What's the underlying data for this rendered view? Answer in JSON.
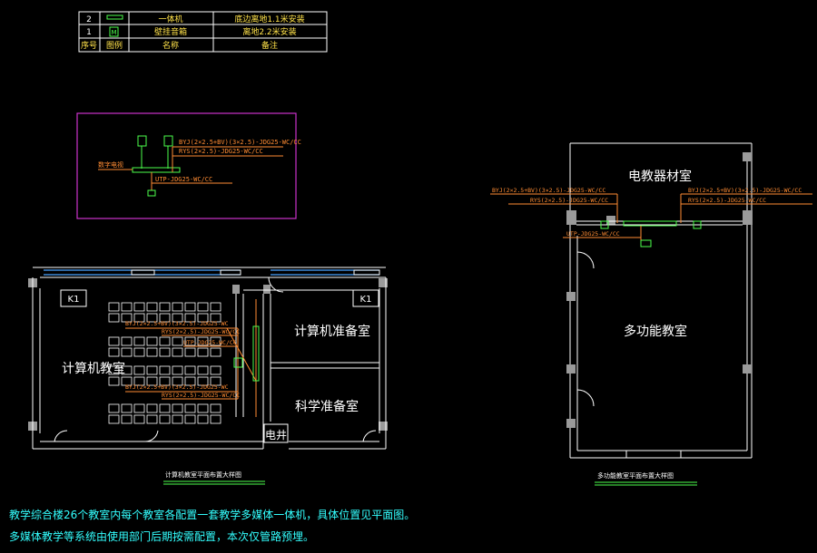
{
  "legend_table": {
    "header": {
      "no": "序号",
      "symbol": "图例",
      "name": "名称",
      "remark": "备注"
    },
    "rows": [
      {
        "no": "2",
        "name": "一体机",
        "remark": "底边离地1.1米安装"
      },
      {
        "no": "1",
        "name": "壁挂音箱",
        "remark": "离地2.2米安装"
      }
    ]
  },
  "detail": {
    "speaker_symbol": "M",
    "cable_1": "BYJ(2×2.5+BV)(3×2.5)-JDG25-WC/CC",
    "cable_2": "RYS(2×2.5)-JDG25-WC/CC",
    "left_label": "数字电视",
    "cable_bottom": "UTP-JDG25-WC/CC"
  },
  "left_plan": {
    "room_computer": "计算机教室",
    "room_prep_computer": "计算机准备室",
    "room_prep_science": "科学准备室",
    "room_elec_well": "电井",
    "k1_left": "K1",
    "k1_right": "K1",
    "cable_1": "BYJ(2×2.5+BV)(3×2.5)-JDG25-WC",
    "cable_2": "RYS(2×2.5)-JDG25-WC/CC",
    "cable_3": "UTP-JDG25-WC/CC",
    "cable_4": "BYJ(2×2.5+BV)(3×2.5)-JDG25-WC",
    "cable_5": "RYS(2×2.5)-JDG25-WC/CC",
    "caption": "计算机教室平面布置大样图"
  },
  "right_plan": {
    "room_top": "电教器材室",
    "room_main": "多功能教室",
    "cable_left_1": "BYJ(2×2.5+BV)(3×2.5)-JDG25-WC/CC",
    "cable_left_2": "RYS(2×2.5)-JDG25-WC/CC",
    "cable_right_1": "BYJ(2×2.5+BV)(3×2.5)-JDG25-WC/CC",
    "cable_right_2": "RYS(2×2.5)-JDG25-WC/CC",
    "cable_bottom": "UTP-JDG25-WC/CC",
    "caption": "多功能教室平面布置大样图"
  },
  "notes": {
    "line1": "教学综合楼26个教室内每个教室各配置一套教学多媒体一体机，具体位置见平面图。",
    "line2": "多媒体教学等系统由使用部门后期按需配置，本次仅管路预埋。"
  },
  "colors": {
    "background": "#000000",
    "cable": "#ff8c33",
    "device": "#4cff4c",
    "window": "#4aa3ff",
    "note": "#33ffff",
    "frame": "#cc33cc"
  }
}
